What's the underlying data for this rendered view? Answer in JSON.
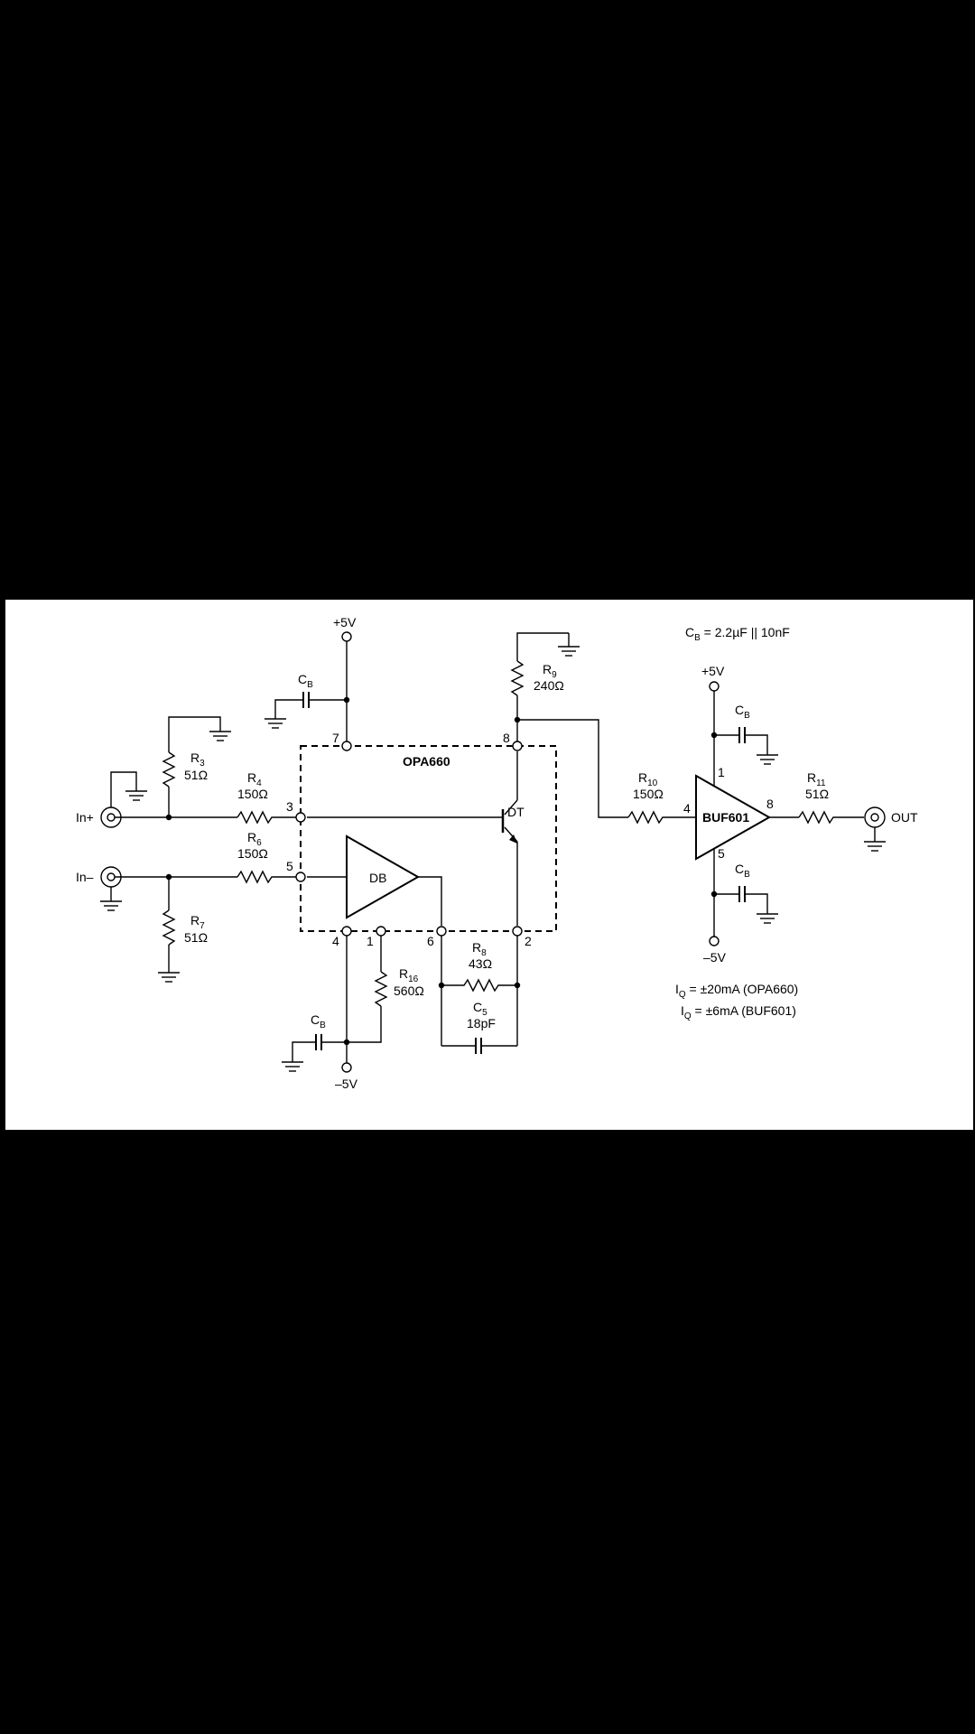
{
  "opa660": {
    "name": "OPA660",
    "db": "DB",
    "dt": "DT"
  },
  "buf601": {
    "name": "BUF601"
  },
  "supplies": {
    "vpos": "+5V",
    "vneg": "–5V"
  },
  "inputs": {
    "in_plus": "In+",
    "in_minus": "In–"
  },
  "output": {
    "label": "OUT"
  },
  "pins": {
    "opa": {
      "p7": "7",
      "p8": "8",
      "p3": "3",
      "p5": "5",
      "p4": "4",
      "p1": "1",
      "p6": "6",
      "p2": "2"
    },
    "buf": {
      "p1": "1",
      "p4": "4",
      "p8": "8",
      "p5": "5"
    }
  },
  "components": {
    "R3": {
      "name": "R",
      "sub": "3",
      "value": "51Ω"
    },
    "R4": {
      "name": "R",
      "sub": "4",
      "value": "150Ω"
    },
    "R6": {
      "name": "R",
      "sub": "6",
      "value": "150Ω"
    },
    "R7": {
      "name": "R",
      "sub": "7",
      "value": "51Ω"
    },
    "R8": {
      "name": "R",
      "sub": "8",
      "value": "43Ω"
    },
    "R9": {
      "name": "R",
      "sub": "9",
      "value": "240Ω"
    },
    "R10": {
      "name": "R",
      "sub": "10",
      "value": "150Ω"
    },
    "R11": {
      "name": "R",
      "sub": "11",
      "value": "51Ω"
    },
    "R16": {
      "name": "R",
      "sub": "16",
      "value": "560Ω"
    },
    "C5": {
      "name": "C",
      "sub": "5",
      "value": "18pF"
    },
    "CB": {
      "name": "C",
      "sub": "B"
    }
  },
  "notes": {
    "cb": {
      "pre": "C",
      "sub": "B",
      "post": " = 2.2µF || 10nF"
    },
    "iq1": {
      "pre": "I",
      "sub": "Q",
      "post": " = ±20mA (OPA660)"
    },
    "iq2": {
      "pre": "I",
      "sub": "Q",
      "post": " = ±6mA (BUF601)"
    }
  }
}
